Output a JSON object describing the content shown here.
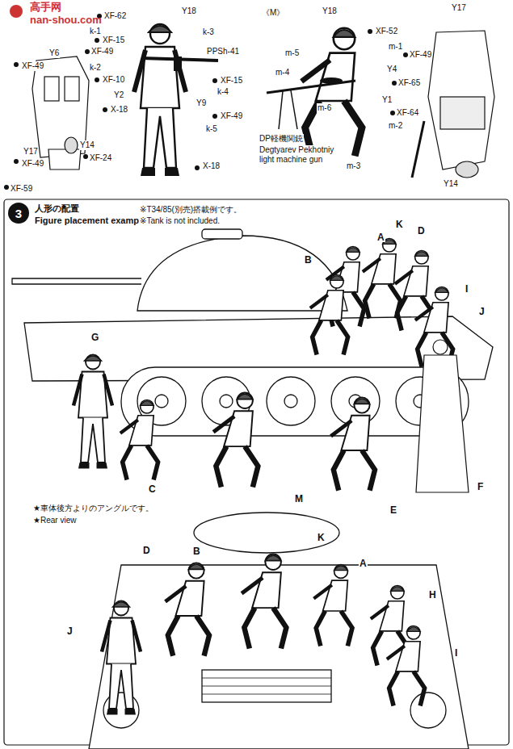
{
  "diagram": {
    "nodes": [
      {
        "text": [
          "3"
        ]
      }
    ],
    "labels": [
      "高手网",
      "nan-shou.com",
      "XF-49",
      "Y6",
      "Y17",
      "XF-49",
      "XF-59",
      "Y14",
      "XF-24",
      "XF-62",
      "Y18",
      "k-1",
      "XF-15",
      "XF-49",
      "k-3",
      "k-2",
      "XF-10",
      "PPSh-41",
      "XF-15",
      "Y2",
      "X-18",
      "Y9",
      "k-4",
      "XF-49",
      "k-5",
      "X-18",
      "《M》",
      "Y18",
      "XF-52",
      "m-1",
      "XF-49",
      "m-5",
      "Y4",
      "m-4",
      "XF-65",
      "Y1",
      "XF-64",
      "m-6",
      "m-2",
      "DP軽機関銃",
      "Degtyarev Pekhotniy",
      "light machine gun",
      "m-3",
      "Y17",
      "Y14",
      "人形の配置",
      "Figure placement example",
      "※T34/85(別売)搭載例です。",
      "※Tank is not included.",
      "A",
      "B",
      "K",
      "D",
      "I",
      "J",
      "G",
      "C",
      "M",
      "E",
      "F",
      "★車体後方よりのアングルです。",
      "★Rear view",
      "D",
      "B",
      "K",
      "A",
      "H",
      "J",
      "I"
    ]
  }
}
